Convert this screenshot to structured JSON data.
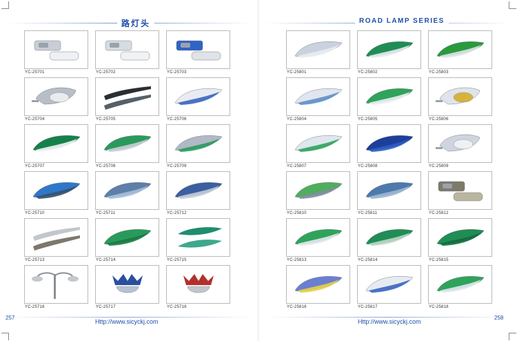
{
  "left_page": {
    "title": "路灯头",
    "footer_url": "Http://www.sicyckj.com",
    "page_number": "257",
    "products": [
      {
        "code": "YC-25701",
        "style": "box",
        "colors": [
          "#c9ced6",
          "#eef0f3"
        ]
      },
      {
        "code": "YC-25702",
        "style": "box",
        "colors": [
          "#d7dbe2",
          "#f1f2f4"
        ]
      },
      {
        "code": "YC-25703",
        "style": "box",
        "colors": [
          "#2f63c4",
          "#dfe3e8"
        ]
      },
      {
        "code": "YC-25704",
        "style": "round",
        "colors": [
          "#b8bec6",
          "#e9ecef"
        ]
      },
      {
        "code": "YC-25705",
        "style": "slim",
        "colors": [
          "#2a2e31",
          "#556068"
        ]
      },
      {
        "code": "YC-25706",
        "style": "cobra",
        "colors": [
          "#e8ecf2",
          "#3a66c2"
        ]
      },
      {
        "code": "YC-25707",
        "style": "cobra",
        "colors": [
          "#17804a",
          "#f2f4f6"
        ]
      },
      {
        "code": "YC-25708",
        "style": "cobra",
        "colors": [
          "#2a9a5c",
          "#c9ced6"
        ]
      },
      {
        "code": "YC-25709",
        "style": "cobra",
        "colors": [
          "#b0b9c6",
          "#2a9a5c"
        ]
      },
      {
        "code": "YC-25710",
        "style": "cobra",
        "colors": [
          "#2f77c8",
          "#36516f"
        ]
      },
      {
        "code": "YC-25711",
        "style": "cobra",
        "colors": [
          "#5d7fa8",
          "#a7bfd9"
        ]
      },
      {
        "code": "YC-25712",
        "style": "cobra",
        "colors": [
          "#3b5fa0",
          "#c4ccd8"
        ]
      },
      {
        "code": "YC-25713",
        "style": "slim",
        "colors": [
          "#c3c7cc",
          "#7e776c"
        ]
      },
      {
        "code": "YC-25714",
        "style": "cobra",
        "colors": [
          "#2a9a5c",
          "#1a7a44"
        ]
      },
      {
        "code": "YC-25715",
        "style": "leaf",
        "colors": [
          "#1f8d6e",
          "#3fa88c"
        ]
      },
      {
        "code": "YC-25716",
        "style": "pole",
        "colors": [
          "#c5c9cf",
          "#8b9096"
        ]
      },
      {
        "code": "YC-25717",
        "style": "pendant",
        "colors": [
          "#2b4f9e",
          "#b7c2d4"
        ]
      },
      {
        "code": "YC-25718",
        "style": "pendant",
        "colors": [
          "#b3312d",
          "#c2c7cd"
        ]
      }
    ]
  },
  "right_page": {
    "title": "ROAD LAMP SERIES",
    "footer_url": "Http://www.sicyckj.com",
    "page_number": "258",
    "products": [
      {
        "code": "YC-25801",
        "style": "cobra",
        "colors": [
          "#c9d2de",
          "#e9edf2"
        ]
      },
      {
        "code": "YC-25802",
        "style": "cobra",
        "colors": [
          "#1f8d55",
          "#e8ecf1"
        ]
      },
      {
        "code": "YC-25803",
        "style": "cobra",
        "colors": [
          "#2a9a3c",
          "#dfe4ea"
        ]
      },
      {
        "code": "YC-25804",
        "style": "cobra",
        "colors": [
          "#dfe6ee",
          "#5f8fc8"
        ]
      },
      {
        "code": "YC-25805",
        "style": "cobra",
        "colors": [
          "#2fa35a",
          "#ecf0f4"
        ]
      },
      {
        "code": "YC-25806",
        "style": "round",
        "colors": [
          "#e0e4ea",
          "#d8b33a"
        ]
      },
      {
        "code": "YC-25807",
        "style": "cobra",
        "colors": [
          "#dfe6ee",
          "#2fa35a"
        ]
      },
      {
        "code": "YC-25808",
        "style": "cobra",
        "colors": [
          "#1d3f9a",
          "#2b5cc4"
        ]
      },
      {
        "code": "YC-25809",
        "style": "round",
        "colors": [
          "#cfd5de",
          "#eef1f4"
        ]
      },
      {
        "code": "YC-25810",
        "style": "cobra",
        "colors": [
          "#4fae5c",
          "#7f8f9f"
        ]
      },
      {
        "code": "YC-25811",
        "style": "cobra",
        "colors": [
          "#4e79ad",
          "#9fb7d2"
        ]
      },
      {
        "code": "YC-25812",
        "style": "box",
        "colors": [
          "#7d7a68",
          "#b9b59f"
        ]
      },
      {
        "code": "YC-25813",
        "style": "cobra",
        "colors": [
          "#2fa35a",
          "#e3e8ee"
        ]
      },
      {
        "code": "YC-25814",
        "style": "cobra",
        "colors": [
          "#1f8d55",
          "#bcd6c6"
        ]
      },
      {
        "code": "YC-25815",
        "style": "cobra",
        "colors": [
          "#1f8d55",
          "#0e6b3b"
        ]
      },
      {
        "code": "YC-25816",
        "style": "cobra",
        "colors": [
          "#6b7fd1",
          "#e6d24a"
        ]
      },
      {
        "code": "YC-25817",
        "style": "cobra",
        "colors": [
          "#e6ebf1",
          "#3a66c2"
        ]
      },
      {
        "code": "YC-25818",
        "style": "cobra",
        "colors": [
          "#2fa35a",
          "#e3e8ee"
        ]
      }
    ]
  }
}
